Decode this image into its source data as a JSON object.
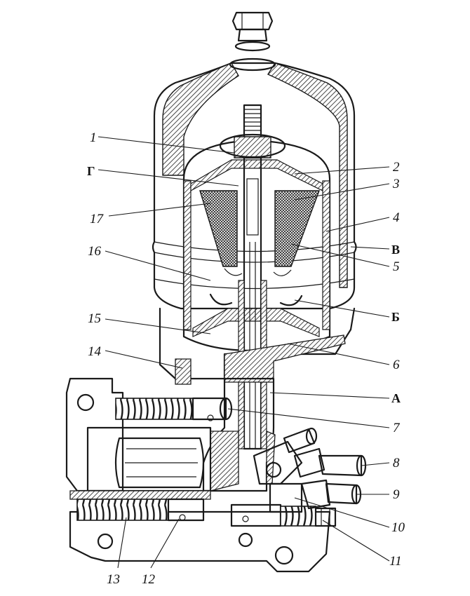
{
  "figure": {
    "labels": {
      "l1": "1",
      "l2": "2",
      "l3": "3",
      "l4": "4",
      "l5": "5",
      "l6": "6",
      "l7": "7",
      "l8": "8",
      "l9": "9",
      "l10": "10",
      "l11": "11",
      "l12": "12",
      "l13": "13",
      "l14": "14",
      "l15": "15",
      "l16": "16",
      "l17": "17",
      "lG": "Г",
      "lV": "В",
      "lB": "Б",
      "lA": "А"
    }
  }
}
